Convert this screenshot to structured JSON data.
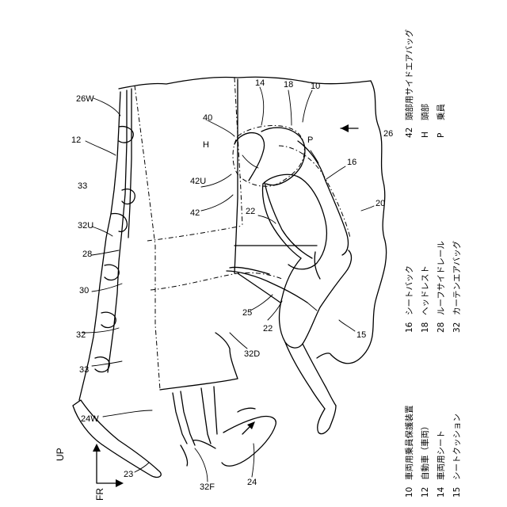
{
  "reference_labels": {
    "n12": "12",
    "n14": "14",
    "n18": "18",
    "n10": "10",
    "n26W": "26W",
    "n40": "40",
    "nH": "H",
    "nP": "P",
    "n16": "16",
    "n26": "26",
    "n33a": "33",
    "n42U": "42U",
    "n42": "42",
    "n22a": "22",
    "n20": "20",
    "n32U": "32U",
    "n28": "28",
    "n30": "30",
    "n25": "25",
    "n22b": "22",
    "n32": "32",
    "n32D": "32D",
    "n15": "15",
    "n33b": "33",
    "n24W": "24W",
    "n23": "23",
    "n32F": "32F",
    "n24": "24"
  },
  "axes": {
    "up": "UP",
    "forward": "FR"
  },
  "legend": [
    {
      "num": "10",
      "text": "車両用乗員保護装置"
    },
    {
      "num": "12",
      "text": "自動車（車両）"
    },
    {
      "num": "14",
      "text": "車両用シート"
    },
    {
      "num": "15",
      "text": "シートクッション"
    },
    {
      "num": "16",
      "text": "シートバック"
    },
    {
      "num": "18",
      "text": "ヘッドレスト"
    },
    {
      "num": "28",
      "text": "ルーフサイドレール"
    },
    {
      "num": "32",
      "text": "カーテンエアバッグ"
    },
    {
      "num": "42",
      "text": "頭部用サイドエアバッグ"
    },
    {
      "num": "H",
      "text": "頭部"
    },
    {
      "num": "P",
      "text": "乗員"
    }
  ]
}
